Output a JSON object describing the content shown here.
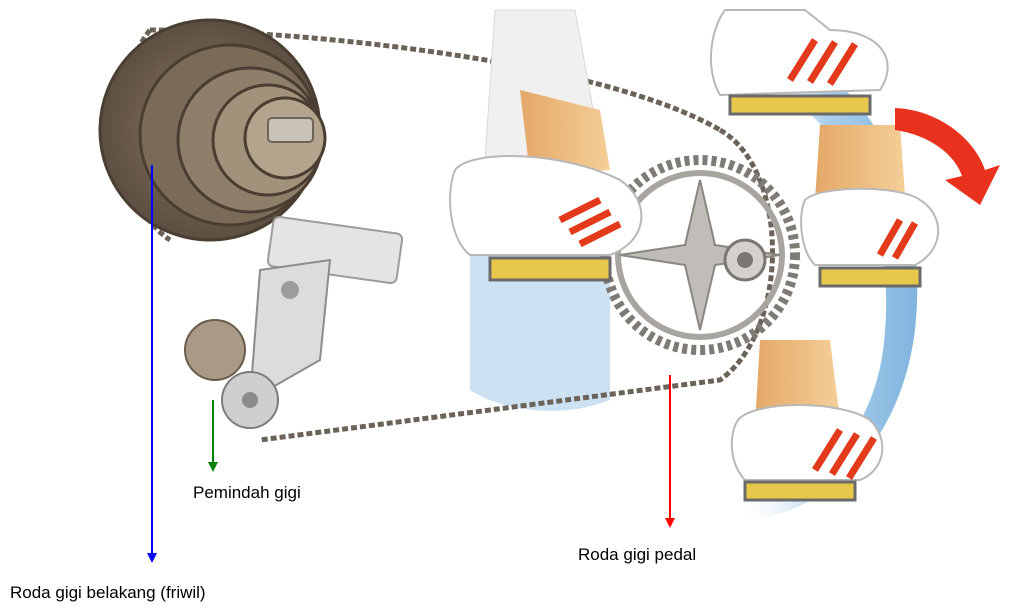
{
  "labels": {
    "rear_sprocket": "Roda gigi belakang (friwil)",
    "derailleur": "Pemindah gigi",
    "chainring": "Roda gigi pedal"
  },
  "colors": {
    "rear_sprocket_pointer": "#0000ff",
    "derailleur_pointer": "#008000",
    "chainring_pointer": "#ff0000",
    "rotation_arrow": "#e8321e",
    "motion_band": "#9cc6e8"
  },
  "icons": {
    "rotation": "curved-arrow-clockwise"
  }
}
